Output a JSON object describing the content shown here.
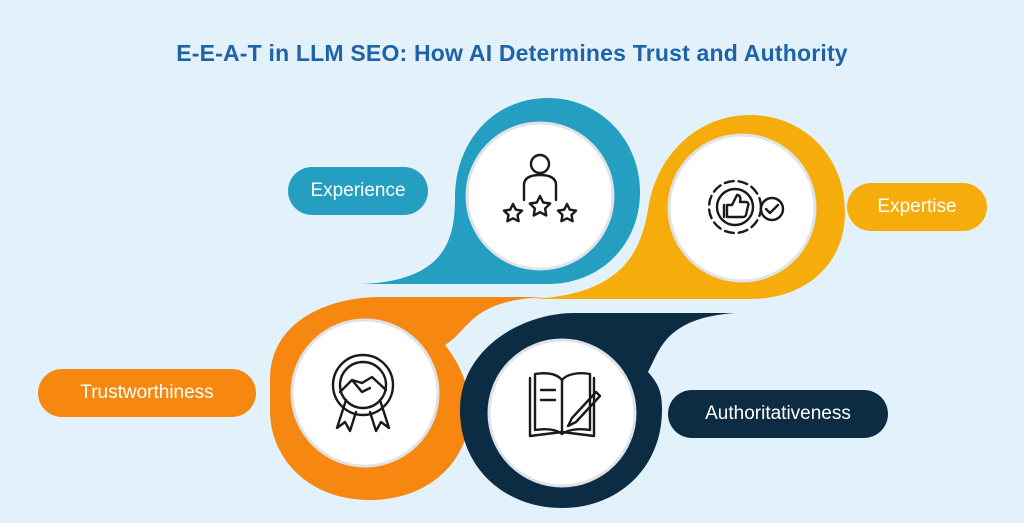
{
  "title": "E-E-A-T in LLM SEO: How AI Determines Trust and Authority",
  "colors": {
    "background": "#e3f1fb",
    "title": "#1e63a8",
    "experience": "#249ec1",
    "expertise": "#f6ad0b",
    "trustworthiness": "#f68710",
    "authoritativeness": "#0c2c43"
  },
  "pillars": [
    {
      "label": "Experience",
      "icon": "person-stars-icon"
    },
    {
      "label": "Expertise",
      "icon": "gear-thumbs-up-check-icon"
    },
    {
      "label": "Trustworthiness",
      "icon": "handshake-badge-icon"
    },
    {
      "label": "Authoritativeness",
      "icon": "book-pen-icon"
    }
  ]
}
